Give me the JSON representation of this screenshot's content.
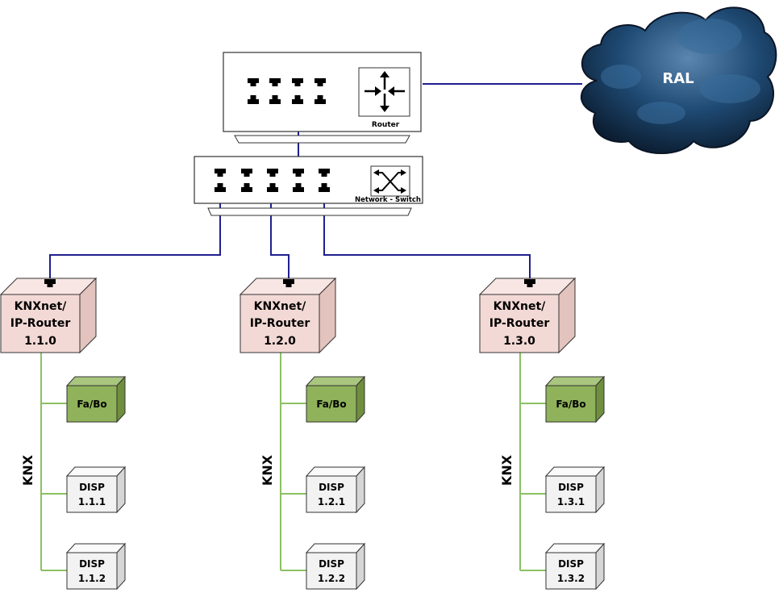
{
  "diagram": {
    "router": {
      "label": "Router",
      "icon": "router-arrows-icon"
    },
    "switch": {
      "label": "Network - Switch",
      "icon": "switch-crossed-arrows-icon"
    },
    "cloud": {
      "label": "RAL"
    },
    "bus_label": "KNX",
    "colors": {
      "ethernet_line": "#1f1f8f",
      "knx_line": "#8cc063",
      "ip_router_fill": "#f3d9d5",
      "fabo_fill": "#8fb25a",
      "disp_fill": "#f2f2f2",
      "cloud_fill": "#163a5e"
    },
    "lines": [
      {
        "ip_router": {
          "line1": "KNXnet/",
          "line2": "IP-Router",
          "address": "1.1.0"
        },
        "fabo": "Fa/Bo",
        "displays": [
          {
            "name": "DISP",
            "address": "1.1.1"
          },
          {
            "name": "DISP",
            "address": "1.1.2"
          }
        ]
      },
      {
        "ip_router": {
          "line1": "KNXnet/",
          "line2": "IP-Router",
          "address": "1.2.0"
        },
        "fabo": "Fa/Bo",
        "displays": [
          {
            "name": "DISP",
            "address": "1.2.1"
          },
          {
            "name": "DISP",
            "address": "1.2.2"
          }
        ]
      },
      {
        "ip_router": {
          "line1": "KNXnet/",
          "line2": "IP-Router",
          "address": "1.3.0"
        },
        "fabo": "Fa/Bo",
        "displays": [
          {
            "name": "DISP",
            "address": "1.3.1"
          },
          {
            "name": "DISP",
            "address": "1.3.2"
          }
        ]
      }
    ]
  }
}
